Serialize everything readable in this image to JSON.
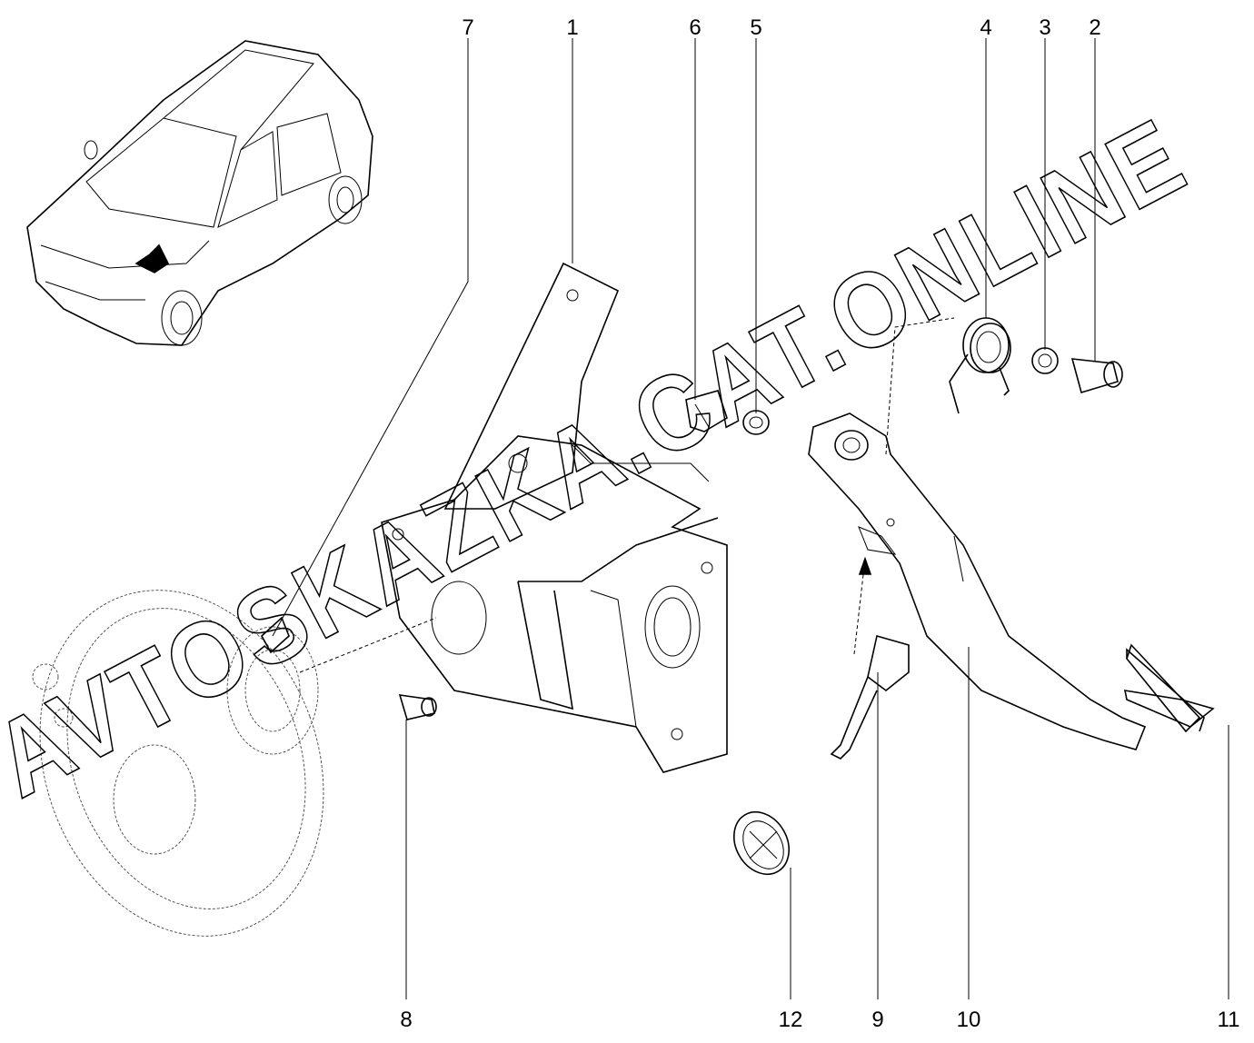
{
  "diagram": {
    "watermark": "AVTOSKAZKA.CAT.ONLINE",
    "callouts": [
      {
        "id": "7",
        "label": "7"
      },
      {
        "id": "1",
        "label": "1"
      },
      {
        "id": "6",
        "label": "6"
      },
      {
        "id": "5",
        "label": "5"
      },
      {
        "id": "4",
        "label": "4"
      },
      {
        "id": "3",
        "label": "3"
      },
      {
        "id": "2",
        "label": "2"
      },
      {
        "id": "8",
        "label": "8"
      },
      {
        "id": "12",
        "label": "12"
      },
      {
        "id": "9",
        "label": "9"
      },
      {
        "id": "10",
        "label": "10"
      },
      {
        "id": "11",
        "label": "11"
      }
    ]
  }
}
